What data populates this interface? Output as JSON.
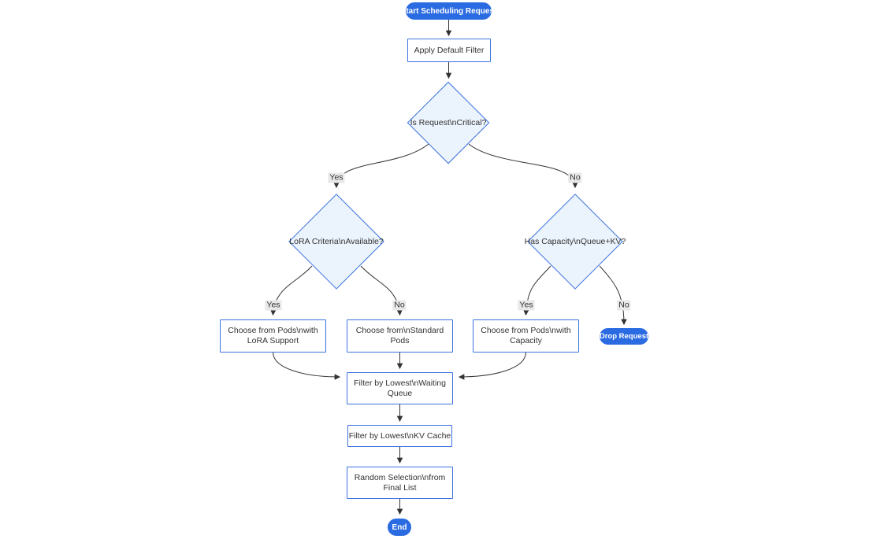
{
  "diagram": {
    "type": "flowchart",
    "colors": {
      "background": "#ffffff",
      "node_fill": "#ffffff",
      "node_border": "#3c73dc",
      "decision_fill": "#ebf3fc",
      "pill_fill": "#2b6be2",
      "pill_text": "#ffffff",
      "text": "#333333",
      "edge": "#333333",
      "edge_label_bg": "#e8e8e8"
    },
    "nodes": [
      {
        "id": "start",
        "type": "stadium",
        "label_lines": [
          "Start Scheduling Request"
        ]
      },
      {
        "id": "apply_filter",
        "type": "rect",
        "label_lines": [
          "Apply Default Filter"
        ]
      },
      {
        "id": "is_critical",
        "type": "decision",
        "label_lines": [
          "Is Request\\nCritical?"
        ]
      },
      {
        "id": "lora_criteria",
        "type": "decision",
        "label_lines": [
          "LoRA Criteria\\nAvailable?"
        ]
      },
      {
        "id": "has_capacity",
        "type": "decision",
        "label_lines": [
          "Has Capacity\\nQueue+KV?"
        ]
      },
      {
        "id": "choose_lora",
        "type": "rect",
        "label_lines": [
          "Choose from Pods\\nwith",
          "LoRA Support"
        ]
      },
      {
        "id": "choose_standard",
        "type": "rect",
        "label_lines": [
          "Choose from\\nStandard",
          "Pods"
        ]
      },
      {
        "id": "choose_capacity",
        "type": "rect",
        "label_lines": [
          "Choose from Pods\\nwith",
          "Capacity"
        ]
      },
      {
        "id": "drop_request",
        "type": "stadium",
        "label_lines": [
          "Drop Request"
        ]
      },
      {
        "id": "filter_wq",
        "type": "rect",
        "label_lines": [
          "Filter by Lowest\\nWaiting",
          "Queue"
        ]
      },
      {
        "id": "filter_kv",
        "type": "rect",
        "label_lines": [
          "Filter by Lowest\\nKV Cache"
        ]
      },
      {
        "id": "random_sel",
        "type": "rect",
        "label_lines": [
          "Random Selection\\nfrom",
          "Final List"
        ]
      },
      {
        "id": "end",
        "type": "stadium",
        "label_lines": [
          "End"
        ]
      }
    ],
    "edges": [
      {
        "from": "start",
        "to": "apply_filter",
        "label": ""
      },
      {
        "from": "apply_filter",
        "to": "is_critical",
        "label": ""
      },
      {
        "from": "is_critical",
        "to": "lora_criteria",
        "label": "Yes"
      },
      {
        "from": "is_critical",
        "to": "has_capacity",
        "label": "No"
      },
      {
        "from": "lora_criteria",
        "to": "choose_lora",
        "label": "Yes"
      },
      {
        "from": "lora_criteria",
        "to": "choose_standard",
        "label": "No"
      },
      {
        "from": "has_capacity",
        "to": "choose_capacity",
        "label": "Yes"
      },
      {
        "from": "has_capacity",
        "to": "drop_request",
        "label": "No"
      },
      {
        "from": "choose_lora",
        "to": "filter_wq",
        "label": ""
      },
      {
        "from": "choose_standard",
        "to": "filter_wq",
        "label": ""
      },
      {
        "from": "choose_capacity",
        "to": "filter_wq",
        "label": ""
      },
      {
        "from": "filter_wq",
        "to": "filter_kv",
        "label": ""
      },
      {
        "from": "filter_kv",
        "to": "random_sel",
        "label": ""
      },
      {
        "from": "random_sel",
        "to": "end",
        "label": ""
      }
    ]
  }
}
